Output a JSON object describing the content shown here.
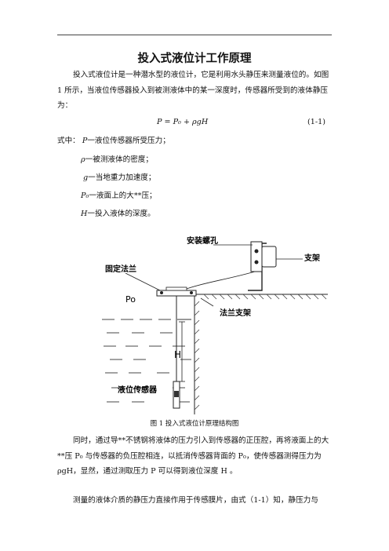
{
  "doc": {
    "title": "投入式液位计工作原理",
    "intro": "投入式液位计是一种潜水型的液位计，它是利用水头静压来测量液位的。如图 1 所示，当液位传感器投入到被测液体中的某一深度时，传感器所受到的液体静压为：",
    "equation": "P = P₀ + ρgH",
    "equation_number": "(1-1)",
    "where_label": "式中：",
    "defs": [
      {
        "sym": "P",
        "text": "一液位传感器所受压力；"
      },
      {
        "sym": "ρ",
        "text": "一被测液体的密度；"
      },
      {
        "sym": "g",
        "text": "一当地重力加速度；"
      },
      {
        "sym": "P₀",
        "text": "一液面上的大**压；"
      },
      {
        "sym": "H",
        "text": "一投入液体的深度。"
      }
    ],
    "caption": "图 1    投入式液位计原理结构图",
    "para2": "同时，通过导**不锈钢将液体的压力引入到传感器的正压腔，再将液面上的大**压 P₀ 与传感器的负压腔相连，以抵消传感器背面的 P₀，使传感器测得压力为 ρgH，显然，通过测取压力 P 可以得到液位深度 H 。",
    "para3": "测量的液体介质的静压力直接作用于传感膜片，由式（1-1）知，静压力与"
  },
  "figure": {
    "label_install_bolt": "安装螺孔",
    "label_bracket": "支架",
    "label_fixed_flange": "固定法兰",
    "label_po": "Po",
    "label_flange_bracket": "法兰支架",
    "label_h": "H",
    "label_sensor": "液位传感器"
  }
}
